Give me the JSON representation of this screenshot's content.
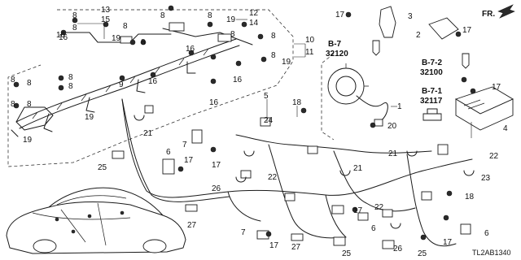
{
  "direction_label": "FR.",
  "diagram_code": "TL2AB1340",
  "refs": [
    {
      "label": "B-7",
      "code": "32120"
    },
    {
      "label": "B-7-2",
      "code": "32100"
    },
    {
      "label": "B-7-1",
      "code": "32117"
    }
  ],
  "callouts": [
    "8",
    "13",
    "15",
    "8",
    "19",
    "12",
    "14",
    "16",
    "8",
    "8",
    "19",
    "8",
    "8",
    "8",
    "8",
    "16",
    "10",
    "11",
    "8",
    "16",
    "9",
    "8",
    "8",
    "19",
    "16",
    "16",
    "8",
    "8",
    "19",
    "16",
    "19",
    "17",
    "3",
    "2",
    "17",
    "17",
    "1",
    "18",
    "20",
    "4",
    "5",
    "24",
    "21",
    "6",
    "7",
    "17",
    "25",
    "17",
    "26",
    "22",
    "21",
    "22",
    "23",
    "18",
    "21",
    "6",
    "22",
    "7",
    "17",
    "27",
    "27",
    "17",
    "25",
    "26",
    "6",
    "17",
    "25",
    "8",
    "8"
  ]
}
